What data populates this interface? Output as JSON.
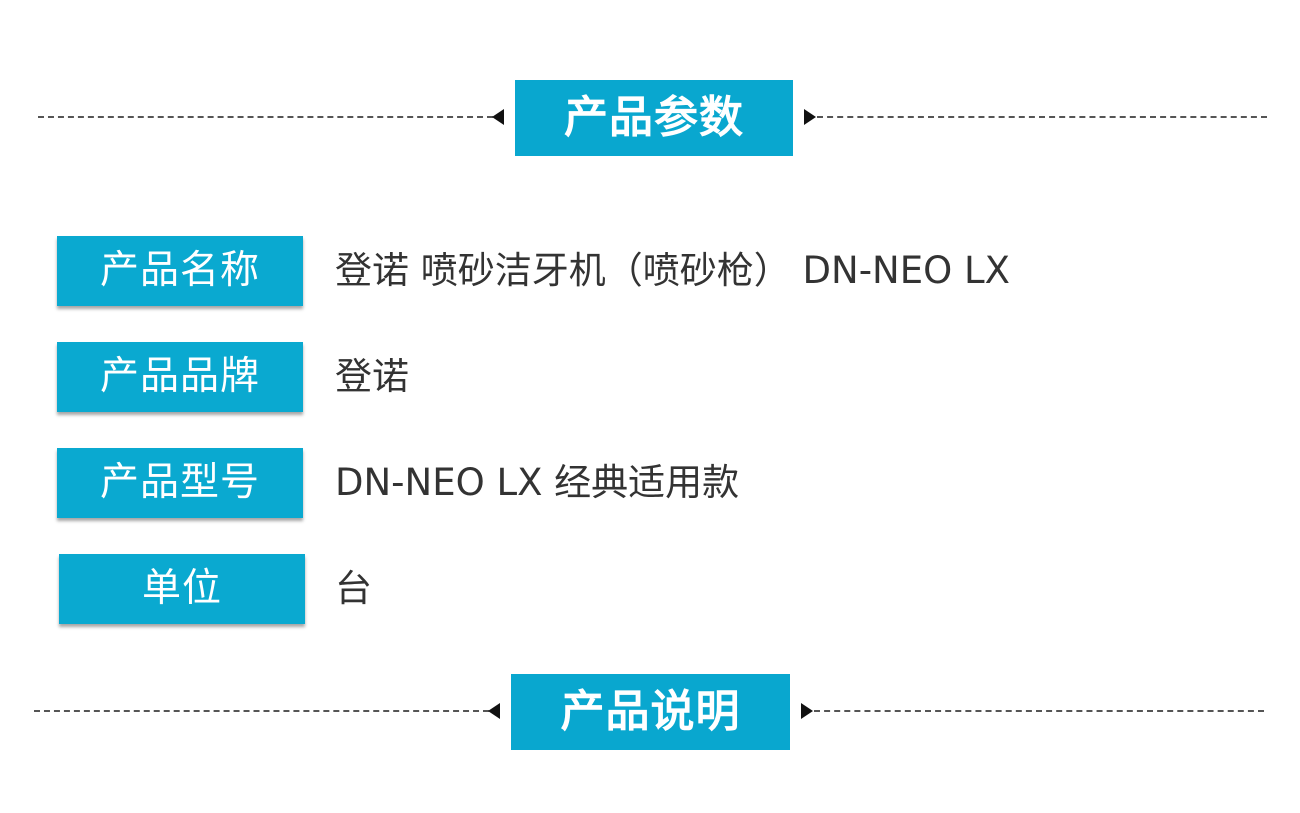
{
  "section_params": {
    "title": "产品参数"
  },
  "params": [
    {
      "label": "产品名称",
      "value": "登诺 喷砂洁牙机（喷砂枪） DN-NEO LX"
    },
    {
      "label": "产品品牌",
      "value": "登诺"
    },
    {
      "label": "产品型号",
      "value": "DN-NEO LX 经典适用款"
    },
    {
      "label": "单位",
      "value": "台"
    }
  ],
  "section_description": {
    "title": "产品说明"
  },
  "colors": {
    "accent": "#09a7cf",
    "label_text": "#ffffff",
    "value_text": "#333333",
    "divider": "#555555"
  }
}
